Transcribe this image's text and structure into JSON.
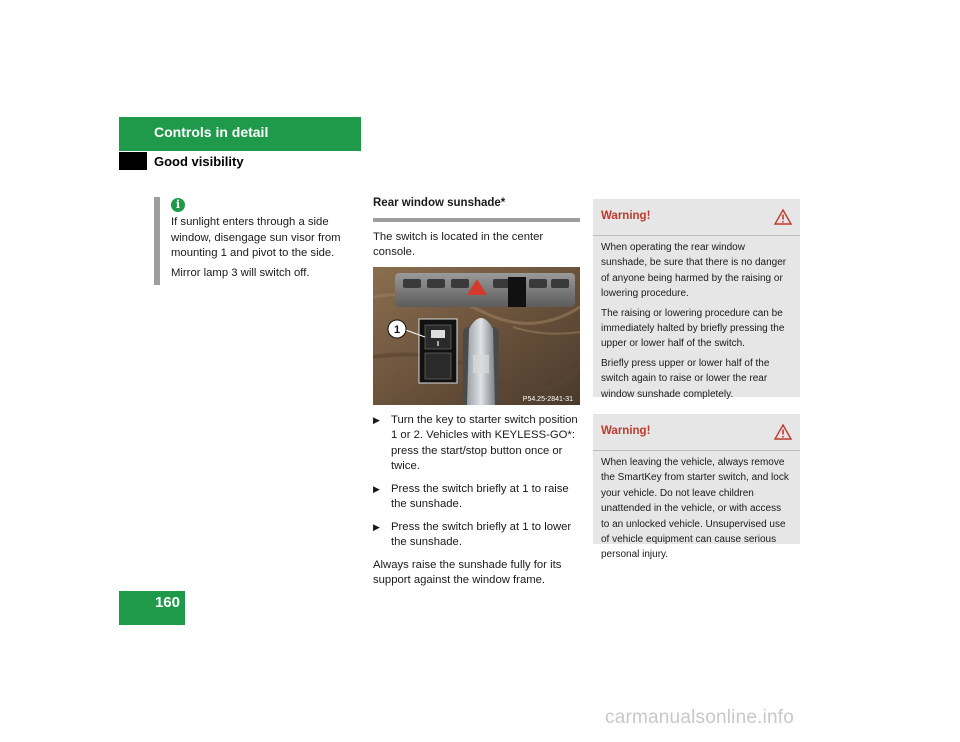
{
  "header": {
    "title": "Controls in detail",
    "subtitle": "Good visibility"
  },
  "page_number": "160",
  "info": {
    "icon": "i",
    "para1": "If sunlight enters through a side window, disengage sun visor from mounting 1 and pivot to the side.",
    "para2": "Mirror lamp 3 will switch off."
  },
  "section": {
    "title": "Rear window sunshade*",
    "intro": "The switch is located in the center console.",
    "photo": {
      "callout": "1",
      "code": "P54.25-2841-31"
    },
    "bullets": [
      "Turn the key to starter switch position 1 or 2. Vehicles with KEYLESS-GO*: press the start/stop button once or twice.",
      "Press the switch briefly at 1 to raise the sunshade.",
      "Press the switch briefly at 1 to lower the sunshade."
    ],
    "closing": "Always raise the sunshade fully for its support against the window frame."
  },
  "warnings": [
    {
      "title": "Warning!",
      "paragraphs": [
        "When operating the rear window sunshade, be sure that there is no danger of anyone being harmed by the raising or lowering procedure.",
        "The raising or lowering procedure can be immediately halted by briefly pressing the upper or lower half of the switch.",
        "Briefly press upper or lower half of the switch again to raise or lower the rear window sunshade completely."
      ]
    },
    {
      "title": "Warning!",
      "paragraphs": [
        "When leaving the vehicle, always remove the SmartKey from starter switch, and lock your vehicle. Do not leave children unattended in the vehicle, or with access to an unlocked vehicle. Unsupervised use of vehicle equipment can cause serious personal injury."
      ]
    }
  ],
  "watermark": "carmanualsonline.info",
  "colors": {
    "accent_green": "#1f9a4a",
    "warning_red": "#c0392b",
    "box_gray": "#e6e6e6"
  }
}
